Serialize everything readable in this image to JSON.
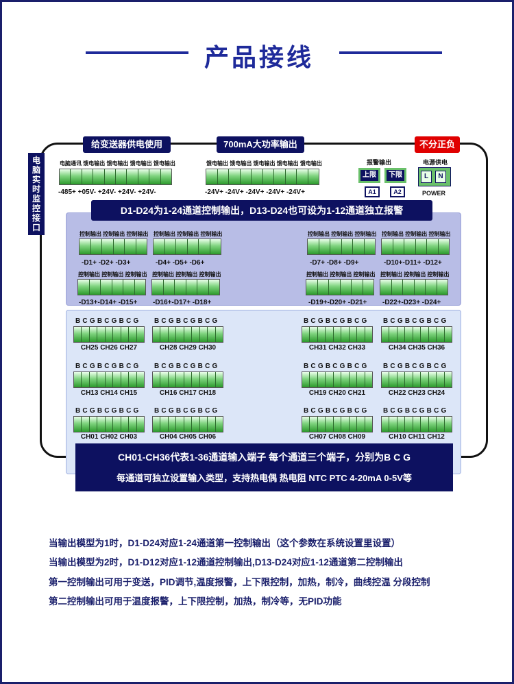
{
  "title": "产品接线",
  "labels": {
    "power_supply": "给变送器供电使用",
    "high_power": "700mA大功率输出",
    "no_polarity": "不分正负",
    "pc_monitor": [
      "电",
      "脑",
      "实",
      "时",
      "监",
      "控",
      "接",
      "口"
    ],
    "alarm_output": "报警输出",
    "power_input": "电源供电",
    "power_en": "POWER",
    "upper_limit": "上限",
    "lower_limit": "下限",
    "a1": "A1",
    "a2": "A2",
    "L": "L",
    "N": "N",
    "d_band": "D1-D24为1-24通道控制输出，D13-D24也可设为1-12通道独立报警",
    "bottom1": "CH01-CH36代表1-36通道输入端子  每个通道三个端子，分别为B C G",
    "bottom2": "每通道可独立设置输入类型，支持热电偶 热电阻 NTC PTC 4-20mA 0-5V等"
  },
  "top_left": {
    "caption": "电脑通讯 馈电输出 馈电输出 馈电输出 馈电输出",
    "terms": "-485+ +05V- +24V- +24V- +24V-"
  },
  "top_mid": {
    "caption": "馈电输出 馈电输出 馈电输出 馈电输出 馈电输出",
    "terms": "-24V+ -24V+ -24V+ -24V+ -24V+"
  },
  "ctrl_caption": "控制输出 控制输出 控制输出",
  "d_terms": {
    "r1": [
      "-D1+  -D2+  -D3+",
      "-D4+  -D5+  -D6+",
      "-D7+  -D8+  -D9+",
      "-D10+-D11+ -D12+"
    ],
    "r2": [
      "-D13+-D14+ -D15+",
      "-D16+-D17+ -D18+",
      "-D19+-D20+ -D21+",
      "-D22+-D23+ -D24+"
    ]
  },
  "bcg": "BCGBCGBCG",
  "channels": {
    "r1": [
      "CH25 CH26 CH27",
      "CH28 CH29 CH30",
      "CH31 CH32 CH33",
      "CH34 CH35 CH36"
    ],
    "r2": [
      "CH13 CH14 CH15",
      "CH16 CH17 CH18",
      "CH19 CH20 CH21",
      "CH22 CH23 CH24"
    ],
    "r3": [
      "CH01 CH02 CH03",
      "CH04 CH05 CH06",
      "CH07 CH08 CH09",
      "CH10 CH11 CH12"
    ]
  },
  "notes": [
    "当输出模型为1时，D1-D24对应1-24通道第一控制输出（这个参数在系统设置里设置）",
    "当输出模型为2时，D1-D12对应1-12通道控制输出,D13-D24对应1-12通道第二控制输出",
    "第一控制输出可用于变送，PID调节,温度报警，上下限控制，加热，制冷，曲线控温 分段控制",
    "第二控制输出可用于温度报警，上下限控制，加热，制冷等，无PID功能"
  ],
  "colors": {
    "primary": "#1e2a9a",
    "label_bg": "#0d1160",
    "terminal_green": "#4cb84c",
    "warn_red": "#e00000"
  }
}
